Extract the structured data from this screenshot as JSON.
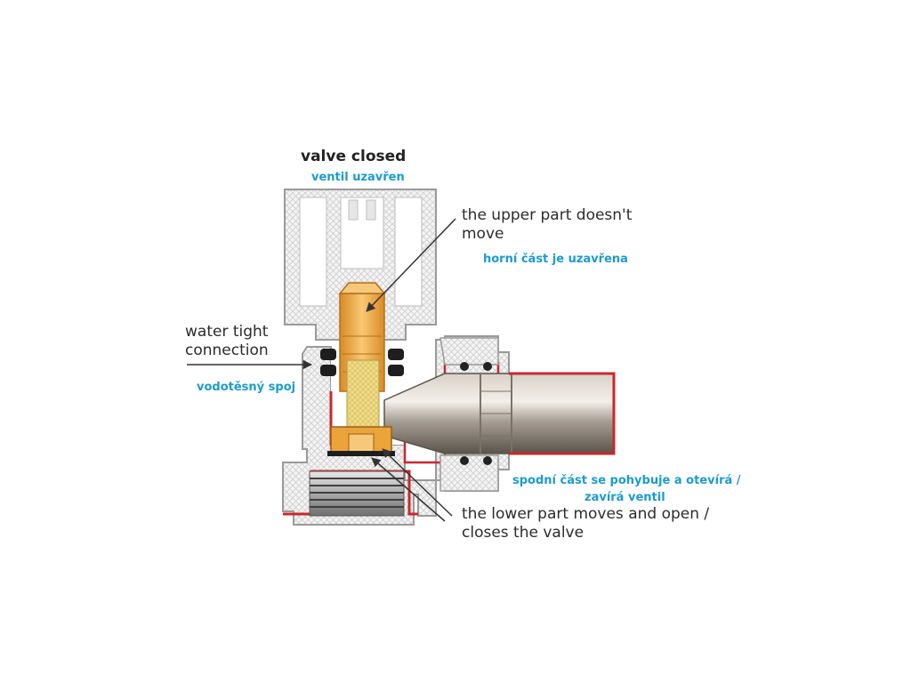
{
  "labels": {
    "title_en": "valve closed",
    "title_cz": "ventil uzavřen",
    "upper_en_1": "the upper part doesn't",
    "upper_en_2": "move",
    "upper_cz": "horní část je uzavřena",
    "watertight_en_1": "water tight",
    "watertight_en_2": "connection",
    "watertight_cz": "vodotěsný spoj",
    "lower_cz_1": "spodní část se pohybuje a otevírá /",
    "lower_cz_2": "zavírá ventil",
    "lower_en_1": "the lower part moves and open /",
    "lower_en_2": "closes the valve"
  },
  "colors": {
    "body_fill": "#f1f1f1",
    "body_outline": "#9a9a9a",
    "hatch": "#c8c8c8",
    "seal_red": "#c8282d",
    "brass": "#eaa43a",
    "brass_light": "#f6c97a",
    "spindle_yellow": "#f0dd8a",
    "steel": "#a9a196",
    "steel_dark": "#5a534b",
    "en_text": "#2b2b2b",
    "cz_text": "#1b9bd1"
  }
}
